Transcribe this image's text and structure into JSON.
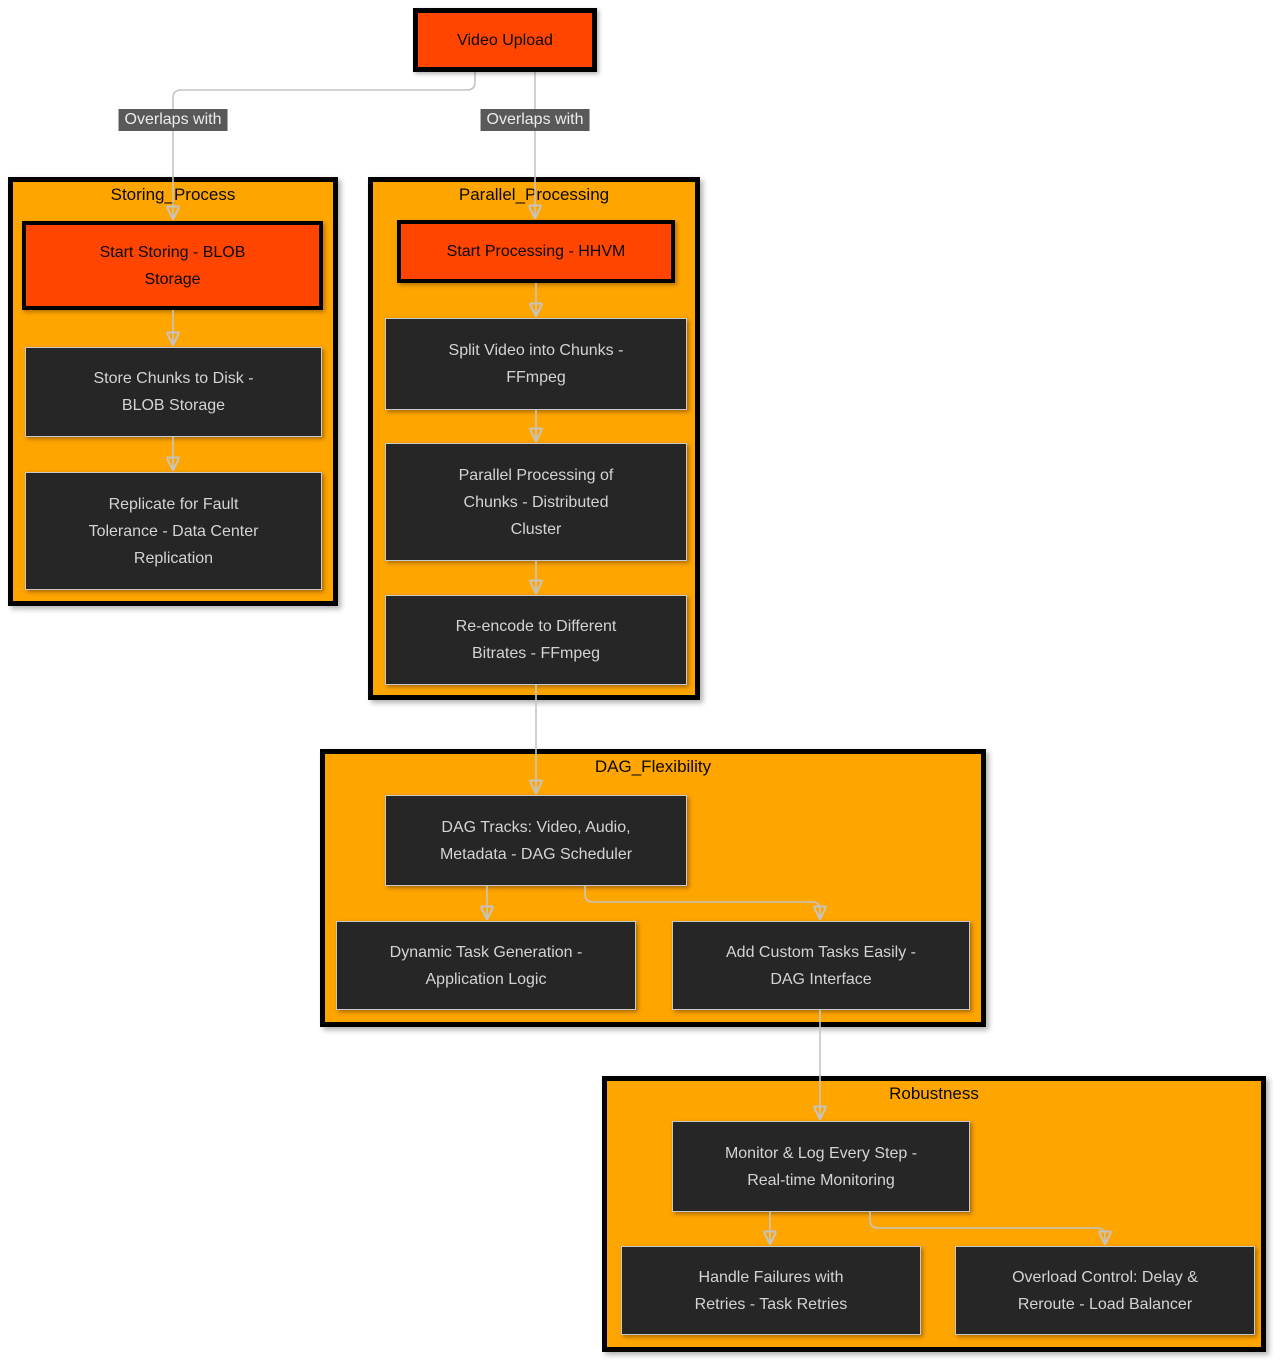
{
  "diagram": {
    "type": "flowchart",
    "root_node": {
      "label": "Video Upload"
    },
    "edge_labels": [
      {
        "label": "Overlaps with"
      },
      {
        "label": "Overlaps with"
      }
    ],
    "subgraphs": [
      {
        "title": "Storing_Process",
        "nodes": [
          {
            "label": "Start Storing - BLOB\nStorage",
            "style": "highlight"
          },
          {
            "label": "Store Chunks to Disk -\nBLOB Storage",
            "style": "dark"
          },
          {
            "label": "Replicate for Fault\nTolerance - Data Center\nReplication",
            "style": "dark"
          }
        ]
      },
      {
        "title": "Parallel_Processing",
        "nodes": [
          {
            "label": "Start Processing - HHVM",
            "style": "highlight"
          },
          {
            "label": "Split Video into Chunks -\nFFmpeg",
            "style": "dark"
          },
          {
            "label": "Parallel Processing of\nChunks - Distributed\nCluster",
            "style": "dark"
          },
          {
            "label": "Re-encode to Different\nBitrates - FFmpeg",
            "style": "dark"
          }
        ]
      },
      {
        "title": "DAG_Flexibility",
        "nodes": [
          {
            "label": "DAG Tracks: Video, Audio,\nMetadata - DAG Scheduler",
            "style": "dark"
          },
          {
            "label": "Dynamic Task Generation -\nApplication Logic",
            "style": "dark"
          },
          {
            "label": "Add Custom Tasks Easily -\nDAG Interface",
            "style": "dark"
          }
        ]
      },
      {
        "title": "Robustness",
        "nodes": [
          {
            "label": "Monitor & Log Every Step -\nReal-time Monitoring",
            "style": "dark"
          },
          {
            "label": "Handle Failures with\nRetries - Task Retries",
            "style": "dark"
          },
          {
            "label": "Overload Control: Delay &\nReroute - Load Balancer",
            "style": "dark"
          }
        ]
      }
    ],
    "edges": [
      {
        "from": "Video Upload",
        "to": "Start Storing - BLOB Storage",
        "label": "Overlaps with"
      },
      {
        "from": "Video Upload",
        "to": "Start Processing - HHVM",
        "label": "Overlaps with"
      },
      {
        "from": "Start Storing - BLOB Storage",
        "to": "Store Chunks to Disk - BLOB Storage",
        "label": ""
      },
      {
        "from": "Store Chunks to Disk - BLOB Storage",
        "to": "Replicate for Fault Tolerance - Data Center Replication",
        "label": ""
      },
      {
        "from": "Start Processing - HHVM",
        "to": "Split Video into Chunks - FFmpeg",
        "label": ""
      },
      {
        "from": "Split Video into Chunks - FFmpeg",
        "to": "Parallel Processing of Chunks - Distributed Cluster",
        "label": ""
      },
      {
        "from": "Parallel Processing of Chunks - Distributed Cluster",
        "to": "Re-encode to Different Bitrates - FFmpeg",
        "label": ""
      },
      {
        "from": "Re-encode to Different Bitrates - FFmpeg",
        "to": "DAG Tracks: Video, Audio, Metadata - DAG Scheduler",
        "label": ""
      },
      {
        "from": "DAG Tracks: Video, Audio, Metadata - DAG Scheduler",
        "to": "Dynamic Task Generation - Application Logic",
        "label": ""
      },
      {
        "from": "DAG Tracks: Video, Audio, Metadata - DAG Scheduler",
        "to": "Add Custom Tasks Easily - DAG Interface",
        "label": ""
      },
      {
        "from": "Add Custom Tasks Easily - DAG Interface",
        "to": "Monitor & Log Every Step - Real-time Monitoring",
        "label": ""
      },
      {
        "from": "Monitor & Log Every Step - Real-time Monitoring",
        "to": "Handle Failures with Retries - Task Retries",
        "label": ""
      },
      {
        "from": "Monitor & Log Every Step - Real-time Monitoring",
        "to": "Overload Control: Delay & Reroute - Load Balancer",
        "label": ""
      }
    ],
    "colors": {
      "highlight_fill": "#FF4500",
      "container_fill": "#FFA500",
      "dark_node_fill": "#262626",
      "dark_node_text": "#d3d3d3",
      "node_border": "#000000",
      "edge": "#c4c4c4",
      "edge_label_bg": "#595959",
      "edge_label_text": "#ececec",
      "background": "#ffffff"
    }
  }
}
